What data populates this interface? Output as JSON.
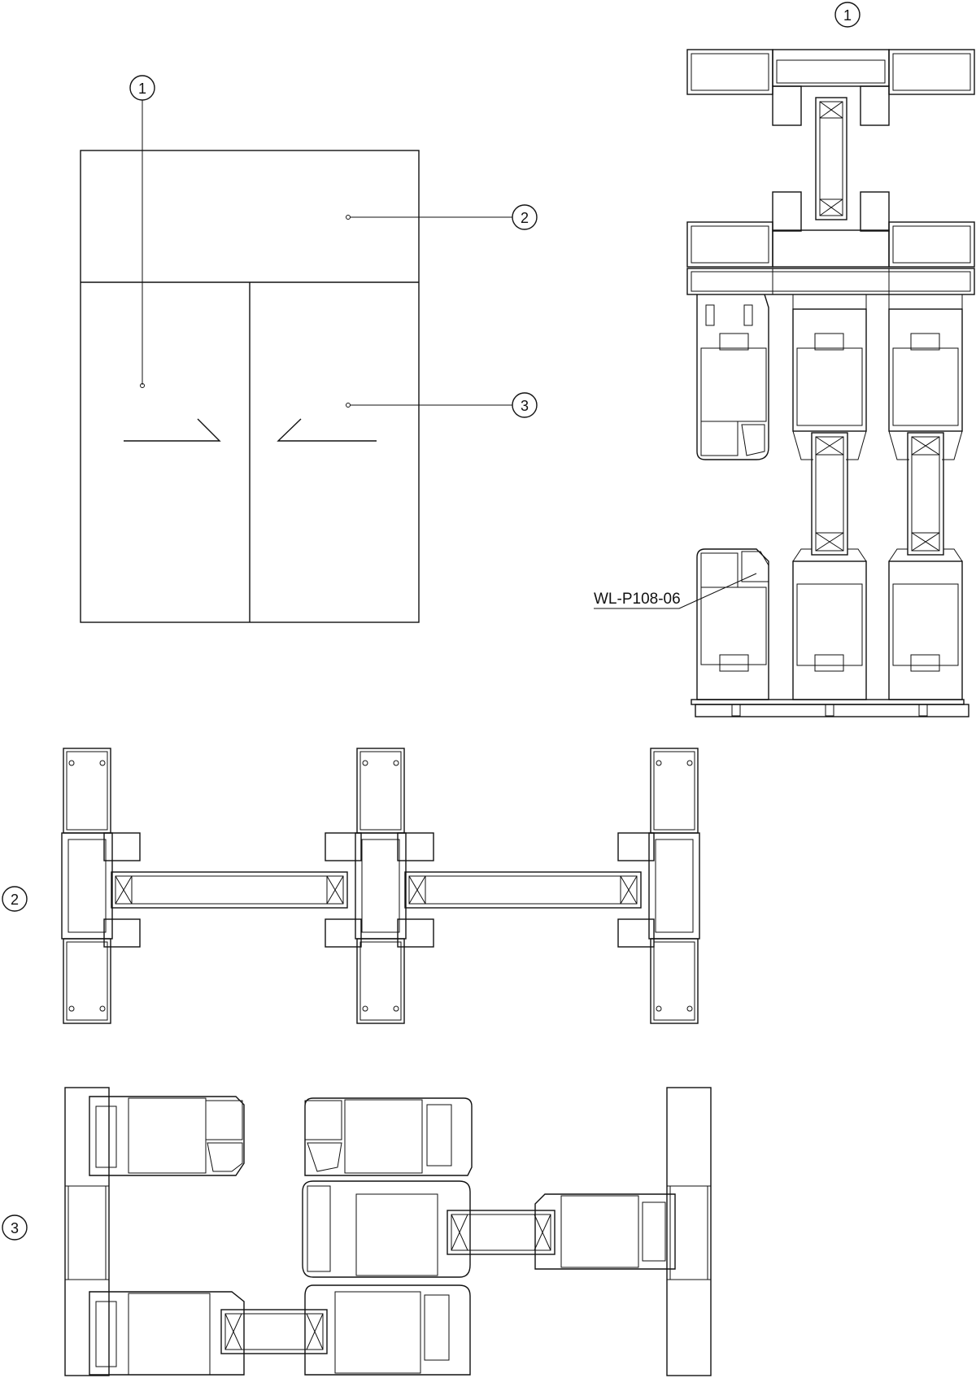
{
  "elevation": {
    "callouts": [
      {
        "id": "1",
        "label": "1"
      },
      {
        "id": "2",
        "label": "2"
      },
      {
        "id": "3",
        "label": "3"
      }
    ]
  },
  "sections": {
    "section_1": {
      "label": "1"
    },
    "section_2": {
      "label": "2"
    },
    "section_3": {
      "label": "3"
    }
  },
  "part_label": "WL-P108-06"
}
